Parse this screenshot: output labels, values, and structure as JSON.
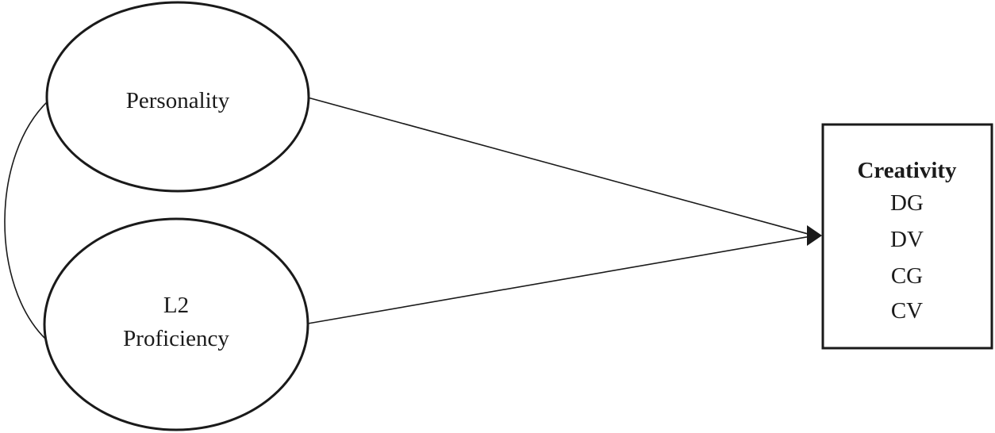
{
  "nodes": {
    "personality": {
      "label": "Personality"
    },
    "l2_proficiency": {
      "lines": [
        "L2",
        "Proficiency"
      ]
    },
    "creativity": {
      "title": "Creativity",
      "items": [
        "DG",
        "DV",
        "CG",
        "CV"
      ]
    }
  }
}
